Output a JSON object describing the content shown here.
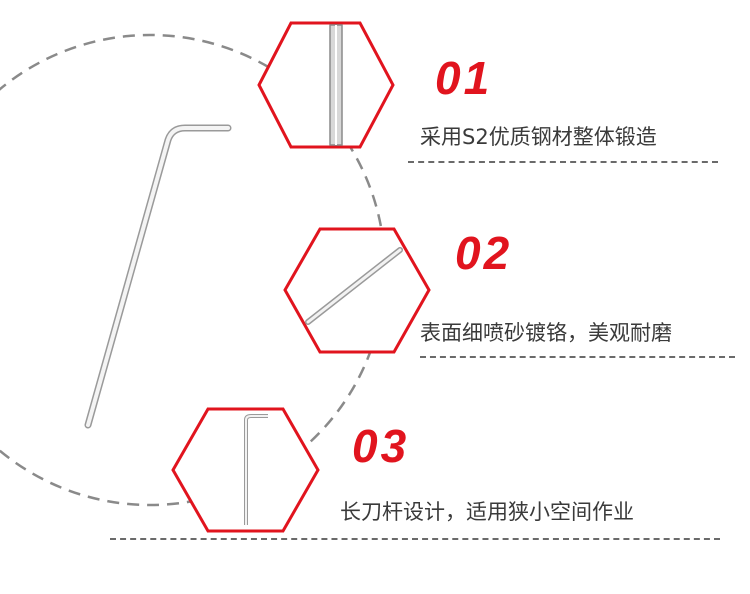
{
  "features": [
    {
      "number": "01",
      "text": "采用S2优质钢材整体锻造"
    },
    {
      "number": "02",
      "text": "表面细喷砂镀铬，美观耐磨"
    },
    {
      "number": "03",
      "text": "长刀杆设计，适用狭小空间作业"
    }
  ],
  "colors": {
    "accent": "#e1141e",
    "text": "#3a3a3a",
    "dash": "#888888"
  }
}
